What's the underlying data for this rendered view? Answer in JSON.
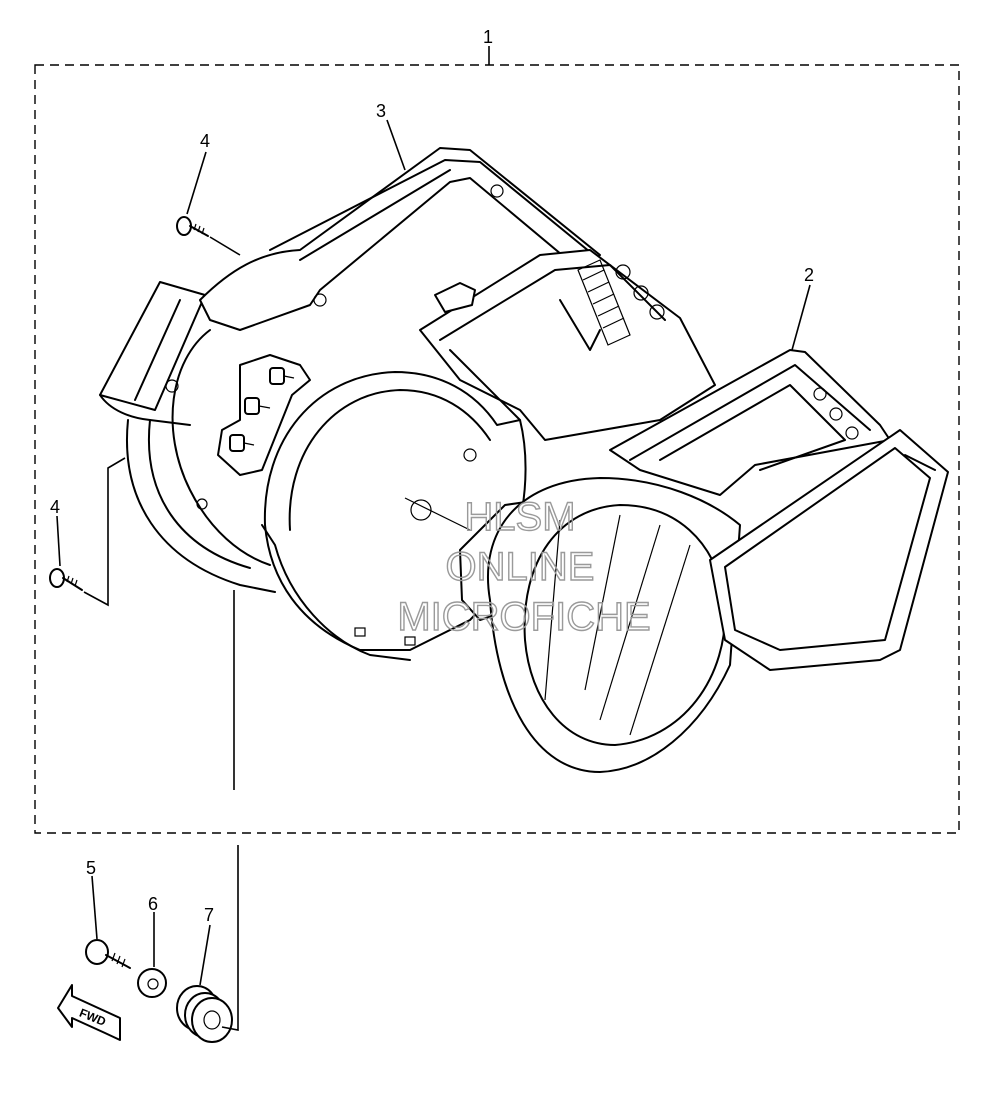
{
  "callouts": {
    "c1": "1",
    "c2": "2",
    "c3": "3",
    "c4a": "4",
    "c4b": "4",
    "c5": "5",
    "c6": "6",
    "c7": "7"
  },
  "arrow_label": "FWD",
  "watermark": {
    "line1": "HLSM",
    "line2": "ONLINE",
    "line3": "MICROFICHE"
  }
}
